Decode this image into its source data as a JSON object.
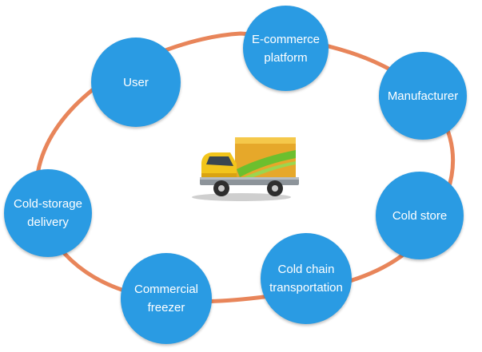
{
  "colors": {
    "node_fill": "#2a9be3",
    "node_text": "#ffffff",
    "ring": "#e8855a",
    "truck_cab": "#f2c51c",
    "truck_box": "#e6a82a",
    "truck_stripe": "#6cbf2e"
  },
  "center_icon": "truck-icon",
  "nodes": [
    {
      "id": "ecommerce",
      "label": "E-commerce\nplatform"
    },
    {
      "id": "manufacturer",
      "label": "Manufacturer"
    },
    {
      "id": "cold-store",
      "label": "Cold store"
    },
    {
      "id": "cold-chain-transportation",
      "label": "Cold chain\ntransportation"
    },
    {
      "id": "commercial-freezer",
      "label": "Commercial\nfreezer"
    },
    {
      "id": "cold-storage-delivery",
      "label": "Cold-storage\ndelivery"
    },
    {
      "id": "user",
      "label": "User"
    }
  ]
}
